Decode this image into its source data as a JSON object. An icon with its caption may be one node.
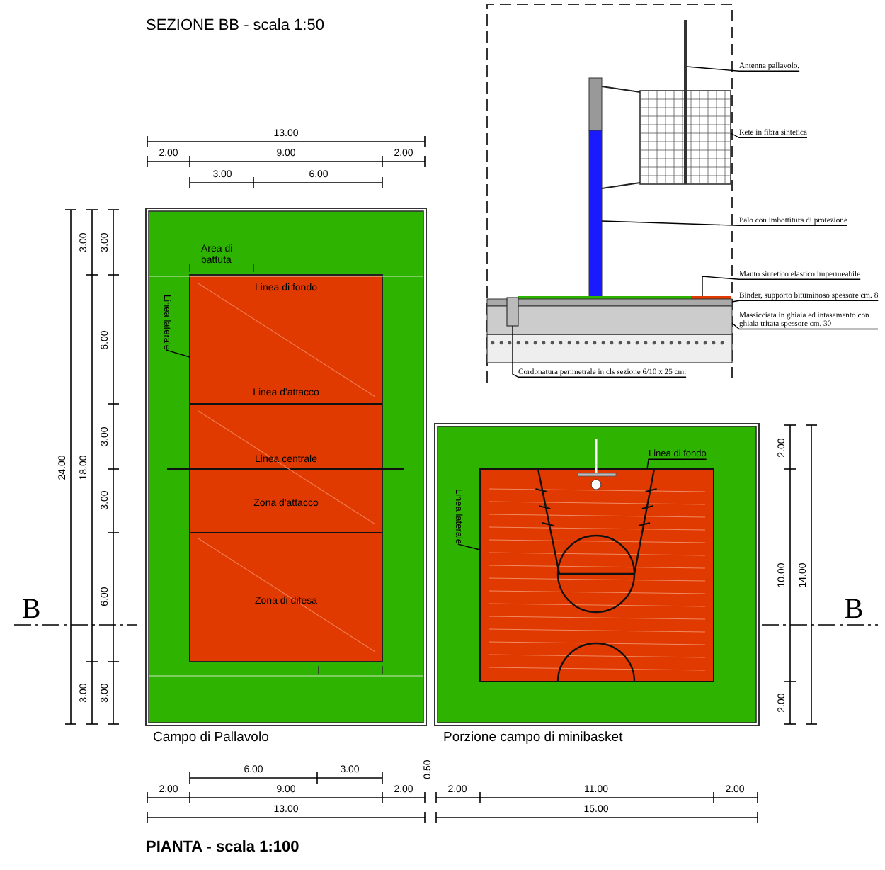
{
  "diagram": {
    "nodes": [
      {
        "text": [
          "Antenna pallavolo."
        ]
      },
      {
        "text": [
          "Rete in fibra sintetica"
        ]
      },
      {
        "text": [
          "Palo con imbottitura di protezione"
        ]
      },
      {
        "text": [
          "Manto sintetico elastico impermeabile"
        ]
      },
      {
        "text": [
          "Binder, supporto bituminoso spessore cm. 8"
        ]
      },
      {
        "text": [
          "Massicciata in ghiaia ed intasamento con ghiaia tritata spessore cm. 30"
        ]
      },
      {
        "text": [
          "Cordonatura perimetrale in cls sezione 6/10 x 25 cm."
        ]
      },
      {
        "text": [
          "Linea laterale"
        ]
      },
      {
        "text": [
          "Linea di fondo"
        ]
      },
      {
        "text": [
          "Linea laterale"
        ]
      },
      {
        "text": [],
        "shape": "bar"
      },
      {
        "text": [],
        "shape": "picture"
      },
      {
        "text": [],
        "shape": "bar"
      },
      {
        "text": [],
        "shape": "bar"
      },
      {
        "text": [],
        "shape": "bar"
      },
      {
        "text": [],
        "shape": "bar"
      },
      {
        "text": [],
        "shape": "box"
      }
    ],
    "edges": [
      {
        "from": 0,
        "to": 10,
        "arrow": "none"
      },
      {
        "from": 1,
        "to": 11,
        "arrow": "none"
      },
      {
        "from": 2,
        "to": 12,
        "arrow": "none"
      },
      {
        "from": 3,
        "to": 13,
        "arrow": "none"
      },
      {
        "from": 4,
        "to": 14,
        "arrow": "none"
      },
      {
        "from": 5,
        "to": 15,
        "arrow": "none"
      },
      {
        "from": 6,
        "to": 16,
        "arrow": "none"
      },
      {
        "from": 12,
        "to": 11,
        "arrow": "none"
      },
      {
        "from": 12,
        "to": 11,
        "arrow": "none"
      },
      {
        "from": 7,
        "to": null,
        "arrow": "none"
      },
      {
        "from": 8,
        "to": null,
        "arrow": "none"
      },
      {
        "from": 9,
        "to": null,
        "arrow": "none"
      }
    ],
    "labels": [
      "SEZIONE BB - scala 1:50",
      "13.00",
      "2.00",
      "9.00",
      "2.00",
      "3.00",
      "6.00",
      "3.00",
      "3.00",
      "6.00",
      "3.00",
      "24.00",
      "18.00",
      "3.00",
      "6.00",
      "3.00",
      "3.00",
      "Area di battuta",
      "Linea di fondo",
      "Linea d'attacco",
      "Linea centrale",
      "Zona d'attacco",
      "Zona di difesa",
      "B",
      "B",
      "2.00",
      "10.00",
      "14.00",
      "2.00",
      "Campo di Pallavolo",
      "Porzione campo di minibasket",
      "6.00",
      "3.00",
      "0.50",
      "2.00",
      "9.00",
      "2.00",
      "2.00",
      "11.00",
      "2.00",
      "13.00",
      "15.00",
      "PIANTA - scala 1:100"
    ]
  }
}
